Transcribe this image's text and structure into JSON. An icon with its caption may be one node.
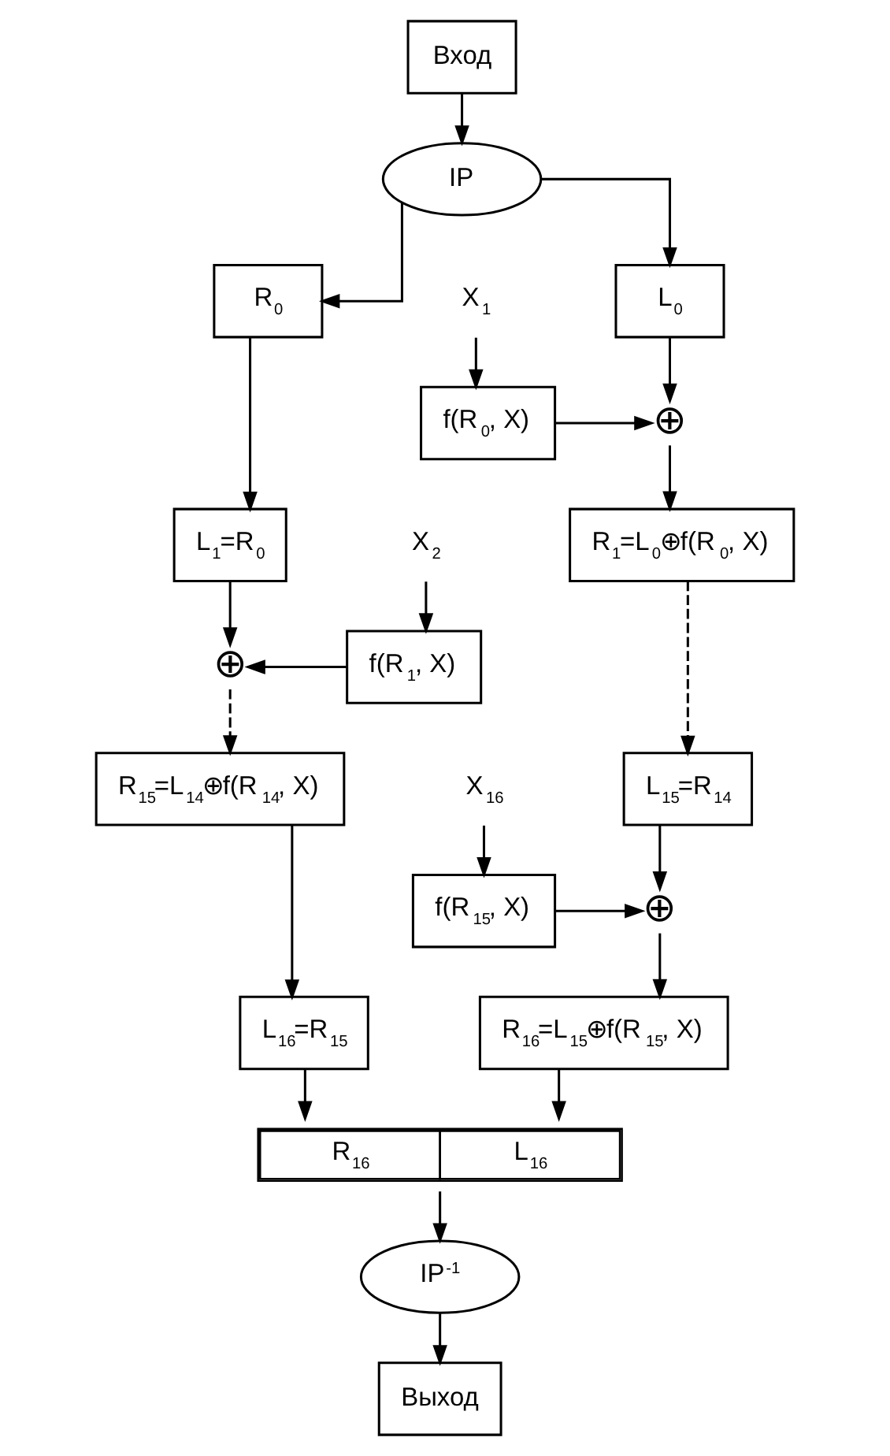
{
  "diagram": {
    "nodes": [
      {
        "text": [
          "Вход"
        ]
      },
      {
        "text": [
          "IP"
        ]
      },
      {
        "text": [
          "L$_{0}$"
        ]
      },
      {
        "text": [
          "R$_{0}$"
        ]
      },
      {
        "text": [
          "X$_{1}$"
        ]
      },
      {
        "text": [
          "⊕"
        ]
      },
      {
        "text": [
          "f(R$_{0}$, X)"
        ]
      },
      {
        "text": [
          "L$_{1}$=R$_{0}$"
        ]
      },
      {
        "text": [
          "R$_{1}$=L$_{0}$⊕f(R$_{0}$, X)"
        ]
      },
      {
        "text": [
          "X$_{2}$"
        ]
      },
      {
        "text": [
          "⊕"
        ]
      },
      {
        "text": [
          "f(R$_{1}$, X)"
        ]
      },
      {
        "text": [
          "L$_{15}$=R$_{14}$"
        ]
      },
      {
        "text": [
          "R$_{15}$=L$_{14}$⊕f(R$_{14}$, X)"
        ]
      },
      {
        "text": [
          "X$_{16}$"
        ]
      },
      {
        "text": [
          "⊕"
        ]
      },
      {
        "text": [
          "f(R$_{15}$, X)"
        ]
      },
      {
        "text": [
          "L$_{16}$=R$_{15}$"
        ]
      },
      {
        "text": [
          "R$_{16}$=L$_{15}$⊕f(R$_{15}$, X)"
        ]
      },
      {
        "text": [
          "R$_{16}$",
          "L$_{16}$"
        ]
      },
      {
        "text": [
          "IP$^{-1}$"
        ]
      },
      {
        "text": [
          "Выход"
        ]
      }
    ],
    "edges": [
      {
        "from": 0,
        "to": 1,
        "arrow": "to"
      },
      {
        "from": 1,
        "to": 2,
        "arrow": "to"
      },
      {
        "from": 1,
        "to": 3,
        "arrow": "to"
      },
      {
        "from": 2,
        "to": 5,
        "arrow": "to"
      },
      {
        "from": 4,
        "to": 6,
        "arrow": "to"
      },
      {
        "from": 6,
        "to": 5,
        "arrow": "to"
      },
      {
        "from": 3,
        "to": 7,
        "arrow": "to"
      },
      {
        "from": 5,
        "to": 8,
        "arrow": "to"
      },
      {
        "from": 7,
        "to": 10,
        "arrow": "to"
      },
      {
        "from": 9,
        "to": 11,
        "arrow": "to"
      },
      {
        "from": 11,
        "to": 10,
        "arrow": "to"
      },
      {
        "from": 8,
        "to": 12,
        "arrow": "to",
        "style": "dashed"
      },
      {
        "from": 10,
        "to": 13,
        "arrow": "to",
        "style": "dashed"
      },
      {
        "from": 12,
        "to": 15,
        "arrow": "to"
      },
      {
        "from": 14,
        "to": 16,
        "arrow": "to"
      },
      {
        "from": 16,
        "to": 15,
        "arrow": "to"
      },
      {
        "from": 13,
        "to": 17,
        "arrow": "to"
      },
      {
        "from": 15,
        "to": 18,
        "arrow": "to"
      },
      {
        "from": 17,
        "to": 19,
        "arrow": "to"
      },
      {
        "from": 18,
        "to": 19,
        "arrow": "to"
      },
      {
        "from": 19,
        "to": 20,
        "arrow": "to"
      },
      {
        "from": 20,
        "to": 21,
        "arrow": "to"
      }
    ]
  }
}
